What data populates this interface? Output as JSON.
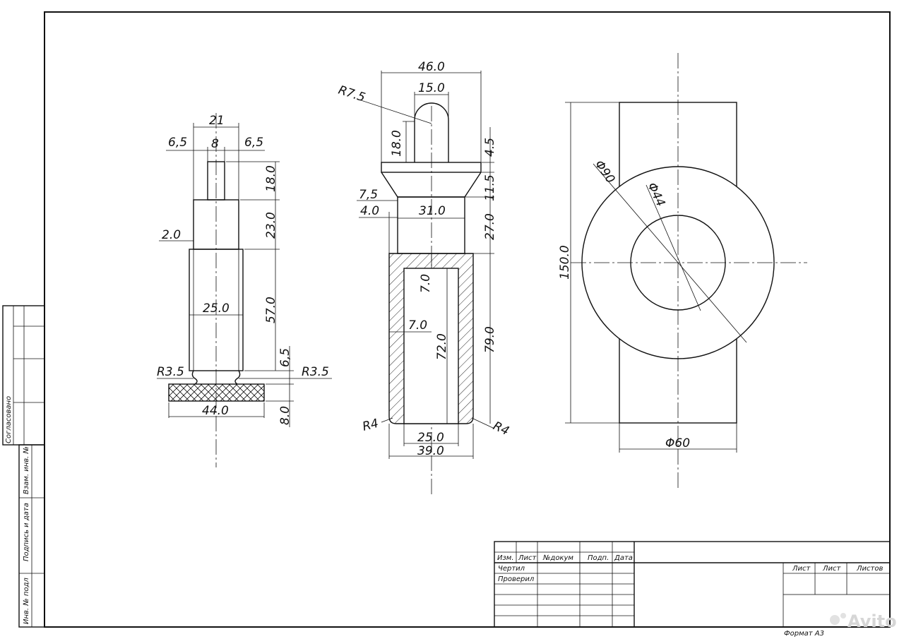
{
  "left_part": {
    "dims": {
      "width_total": "21",
      "left_step": "6,5",
      "pin_width": "8",
      "right_step": "6,5",
      "pin_height": "18.0",
      "mid_height": "23.0",
      "step": "2.0",
      "body_width": "25.0",
      "body_height": "57.0",
      "neck_height": "6,5",
      "radius_left": "R3.5",
      "radius_right": "R3.5",
      "base_width": "44.0",
      "base_height": "8.0"
    }
  },
  "middle_part": {
    "dims": {
      "top_width": "46.0",
      "pin_width": "15.0",
      "pin_radius": "R7.5",
      "pin_height": "18.0",
      "flange_height": "4.5",
      "cone_height": "11.5",
      "cone_step": "7,5",
      "step": "4.0",
      "neck_width": "31.0",
      "neck_height": "27.0",
      "bore_top_wall": "7.0",
      "wall": "7.0",
      "bore_height": "72.0",
      "body_height": "79.0",
      "radius_left": "R4",
      "radius_right": "R4",
      "bore_width": "25.0",
      "outer_width": "39.0"
    }
  },
  "right_part": {
    "dims": {
      "outer_dia": "Φ90",
      "inner_dia": "Φ44",
      "height": "150.0",
      "shaft_dia": "Φ60"
    }
  },
  "title_block": {
    "col_izm": "Изм.",
    "col_list": "Лист",
    "col_ndoc": "№докум",
    "col_podp": "Подп.",
    "col_date": "Дата",
    "row_drawn": "Чертил",
    "row_checked": "Проверил",
    "sheet_label": "Лист",
    "sheet_label2": "Лист",
    "sheets_label": "Листов",
    "format": "Формат А3"
  },
  "side_stamps": {
    "agreed": "Согласовано",
    "inv_zam": "Взам. инв. №",
    "sign_date": "Подпись и дата",
    "inv_podl": "Инв. № подл"
  },
  "watermark": "Avito"
}
